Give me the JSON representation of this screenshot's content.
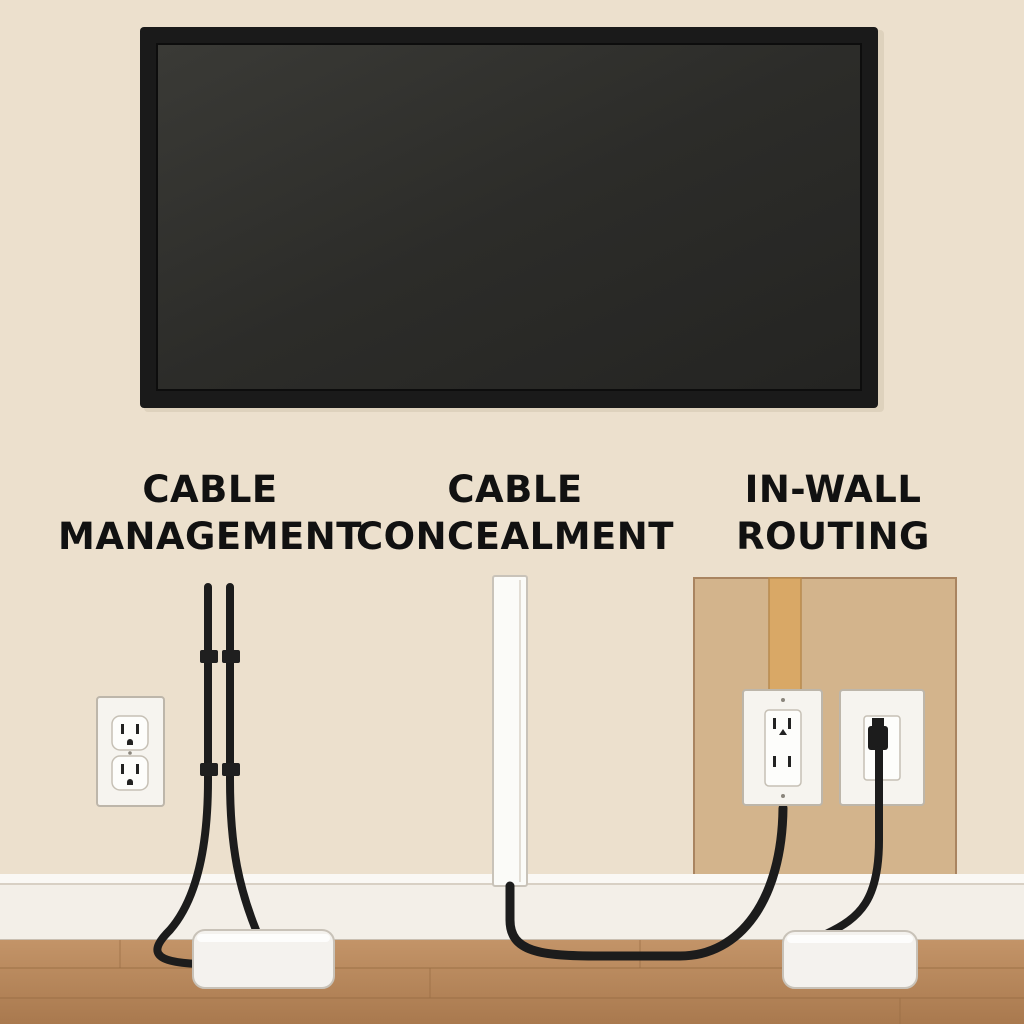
{
  "labels": {
    "management": {
      "line1": "CABLE",
      "line2": "MANAGEMENT"
    },
    "concealment": {
      "line1": "CABLE",
      "line2": "CONCEALMENT"
    },
    "in_wall": {
      "line1": "IN-WALL",
      "line2": "ROUTING"
    }
  },
  "colors": {
    "wall": "#ece0cd",
    "floor": "#b88a5e",
    "baseboard": "#f3efe8",
    "tv_frame": "#1a1a1a",
    "tv_screen": "#2e2e2a",
    "cable": "#1c1c1c",
    "raceway": "#fbfbf8",
    "wall_cutout": "#d3b48c",
    "stud": "#d9a866"
  },
  "icons": [
    "tv-icon",
    "power-outlet-icon",
    "cable-raceway-icon",
    "wall-cutout-icon",
    "wall-plate-icon",
    "cable-box-icon",
    "cable-tie-icon"
  ]
}
